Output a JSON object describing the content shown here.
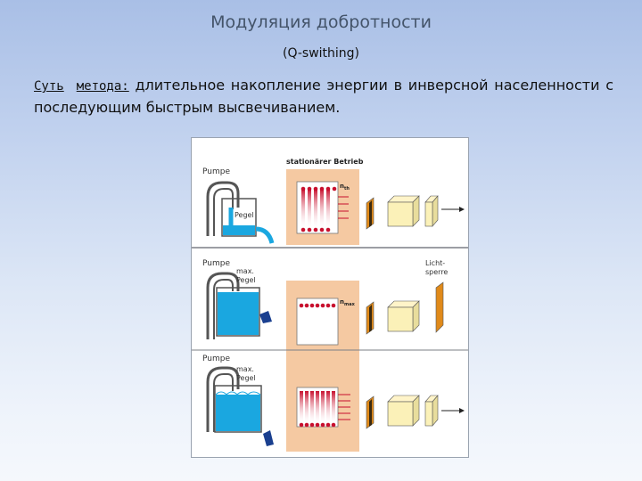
{
  "slide": {
    "title": "Модуляция добротности",
    "subtitle": "(Q-swithing)",
    "lead_word_1": "Суть",
    "lead_word_2": "метода:",
    "body_rest": "длительное накопление энергии в инверсной населенности с последующим быстрым высвечиванием."
  },
  "figure": {
    "label_stationary": "stationärer Betrieb",
    "panels": [
      {
        "pump": "Pumpe",
        "level": "Pegel",
        "level_prefix": "",
        "n_label": "n",
        "n_sub": "th"
      },
      {
        "pump": "Pumpe",
        "level": "Pegel",
        "level_prefix": "max.",
        "n_label": "n",
        "n_sub": "max",
        "shutter_1": "Licht-",
        "shutter_2": "sperre"
      },
      {
        "pump": "Pumpe",
        "level": "Pegel",
        "level_prefix": "max.",
        "n_label": "",
        "n_sub": ""
      }
    ],
    "colors": {
      "water": "#1aa7e0",
      "peach": "#f5c9a2",
      "mirror": "#e08a1a",
      "crystal": "#fbf1b8",
      "atom": "#c8102e",
      "stop_dark": "#1a3f8f"
    }
  }
}
